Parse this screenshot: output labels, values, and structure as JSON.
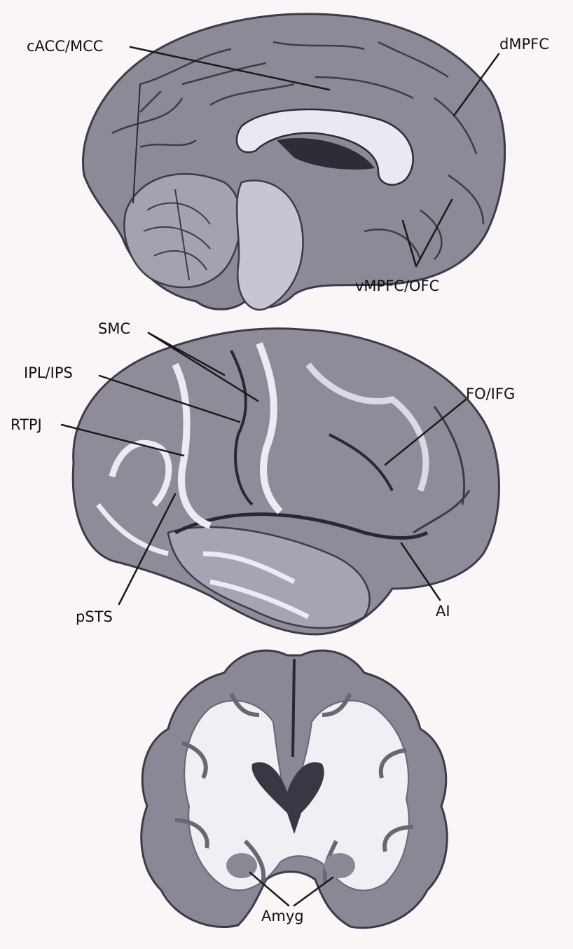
{
  "figure": {
    "background": "#fbf5f8",
    "brain_fill": "#8d8a98",
    "brain_dark": "#4a4756",
    "brain_light": "#dcdae4",
    "line_color": "#1a1a1a",
    "panels": [
      {
        "id": "medial",
        "labels": {
          "cacc_mcc": "cACC/MCC",
          "dmpfc": "dMPFC",
          "vmpfc_ofc": "vMPFC/OFC"
        }
      },
      {
        "id": "lateral",
        "labels": {
          "smc": "SMC",
          "ipl_ips": "IPL/IPS",
          "rtpj": "RTPJ",
          "fo_ifg": "FO/IFG",
          "psts": "pSTS",
          "ai": "AI"
        }
      },
      {
        "id": "coronal",
        "labels": {
          "amyg": "Amyg"
        }
      }
    ]
  }
}
